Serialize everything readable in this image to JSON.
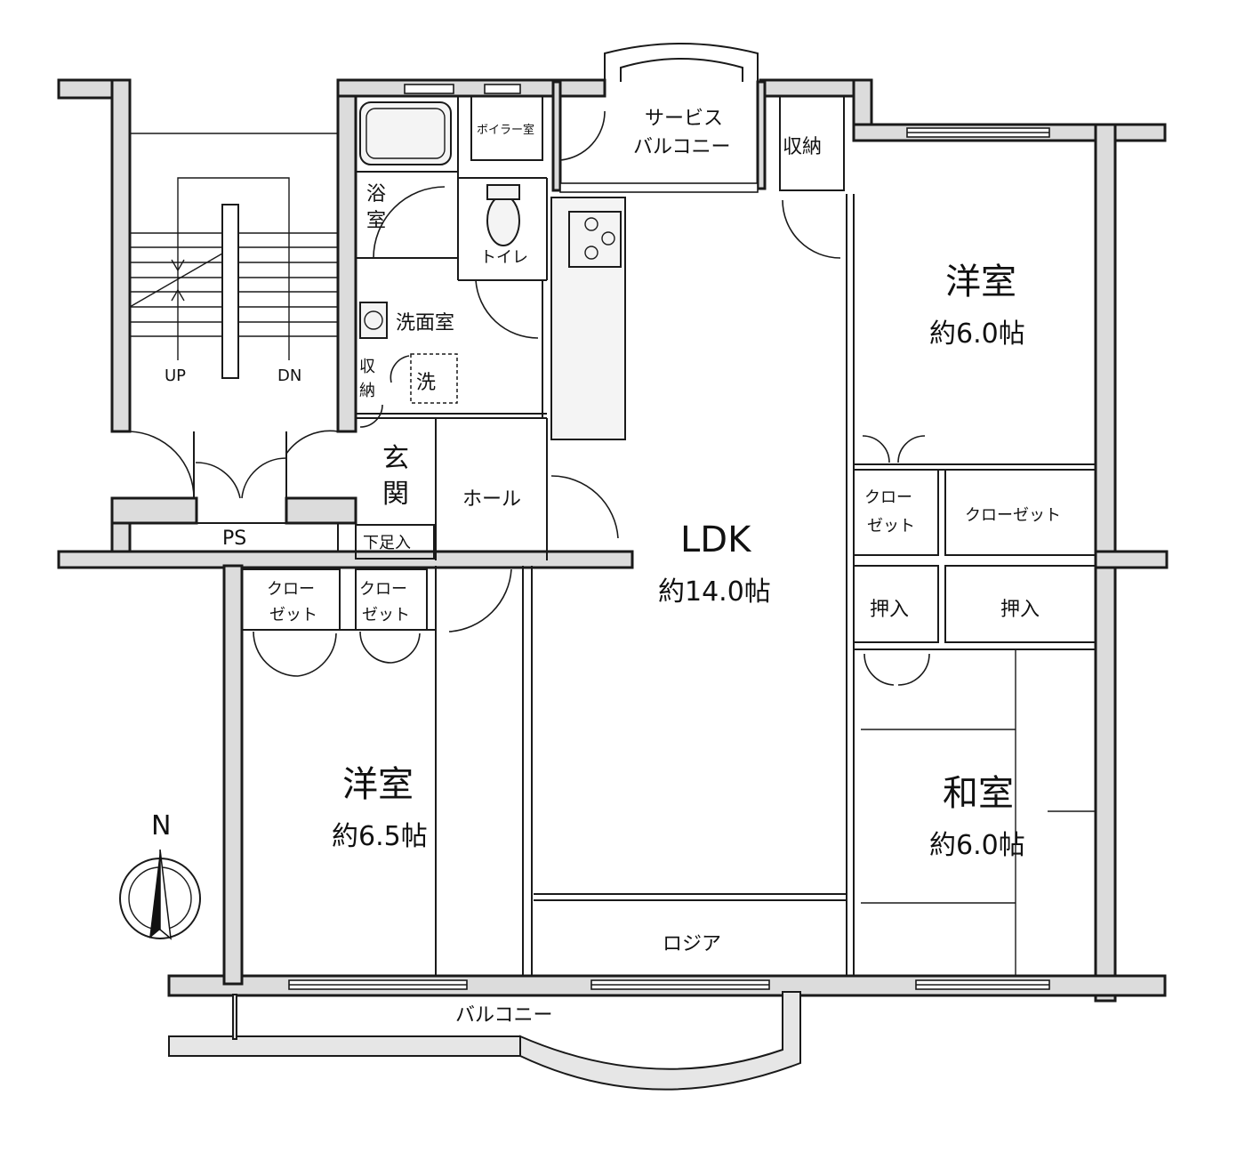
{
  "rooms": {
    "western_ne": {
      "name": "洋室",
      "size": "約6.0帖"
    },
    "western_sw": {
      "name": "洋室",
      "size": "約6.5帖"
    },
    "ldk": {
      "name": "LDK",
      "size": "約14.0帖"
    },
    "japanese": {
      "name": "和室",
      "size": "約6.0帖"
    },
    "bath_1": "浴",
    "bath_2": "室",
    "toilet": "トイレ",
    "washroom": "洗面室",
    "boiler": "ボイラー室",
    "service_balcony_1": "サービス",
    "service_balcony_2": "バルコニー",
    "storage_top": "収納",
    "storage_wash_1": "収",
    "storage_wash_2": "納",
    "laundry": "洗",
    "entrance_1": "玄",
    "entrance_2": "関",
    "shoe_storage": "下足入",
    "hall": "ホール",
    "closet_a_1": "クロー",
    "closet_a_2": "ゼット",
    "closet_b": "クローゼット",
    "closet_c_1": "クロー",
    "closet_c_2": "ゼット",
    "closet_d_1": "クロー",
    "closet_d_2": "ゼット",
    "oshiire_1": "押入",
    "oshiire_2": "押入",
    "loggia": "ロジア",
    "balcony": "バルコニー",
    "ps": "PS"
  },
  "stairs": {
    "up": "UP",
    "down": "DN"
  },
  "compass": {
    "label": "N"
  }
}
